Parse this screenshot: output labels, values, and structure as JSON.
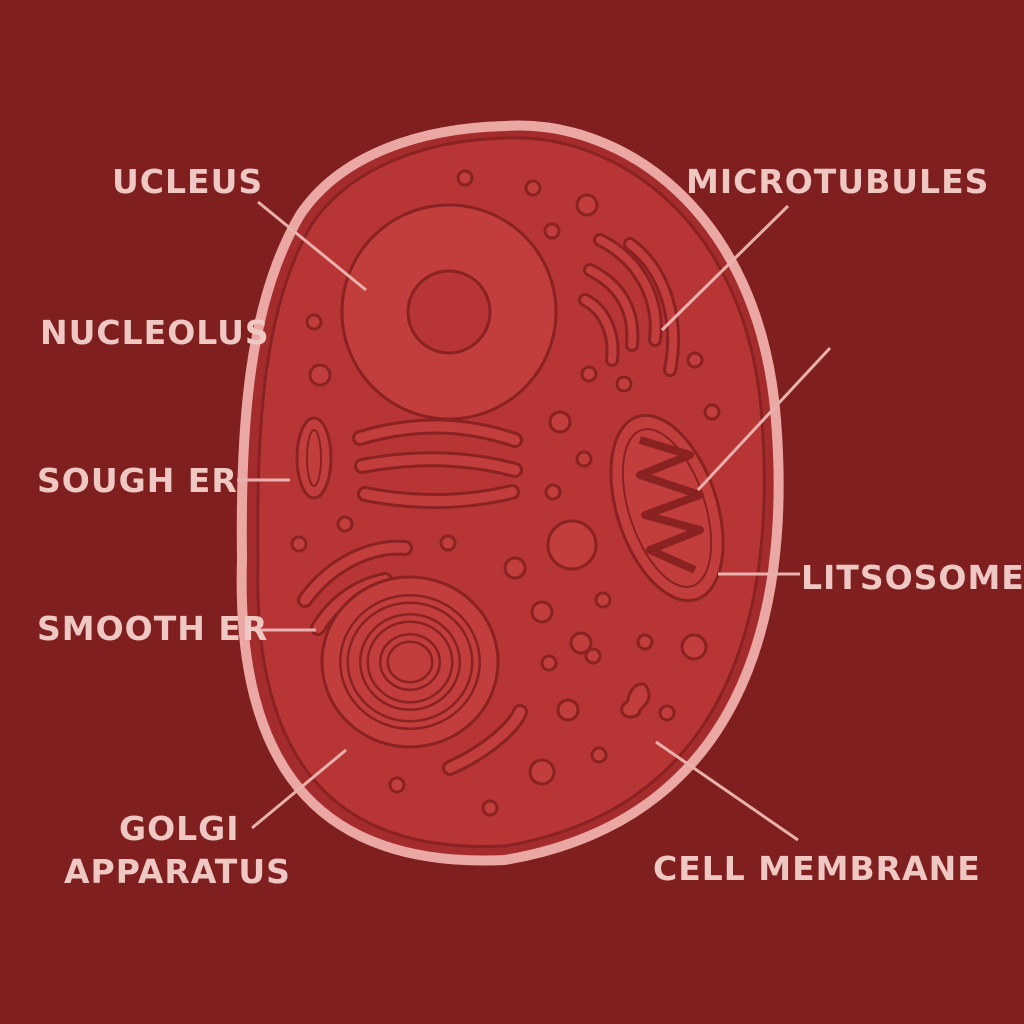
{
  "colors": {
    "background": "#7f1f1f",
    "cell_fill": "#b83535",
    "membrane": "#eba7a4",
    "organelle_fill": "#c23e3d",
    "outline": "#8a2222",
    "label_text": "#f0c8c3",
    "leader_line": "#e9b1ad"
  },
  "labels": {
    "ucleus": "UCLEUS",
    "nucleolus": "NUCLEOLUS",
    "sough_er": "SOUGH ER",
    "smooth_er": "SMOOTH ER",
    "golgi_line1": "GOLGI",
    "golgi_line2": "APPARATUS",
    "microtubules": "MICROTUBULES",
    "litsosome": "LITSOSOME",
    "cell_membrane": "CELL MEMBRANE"
  }
}
